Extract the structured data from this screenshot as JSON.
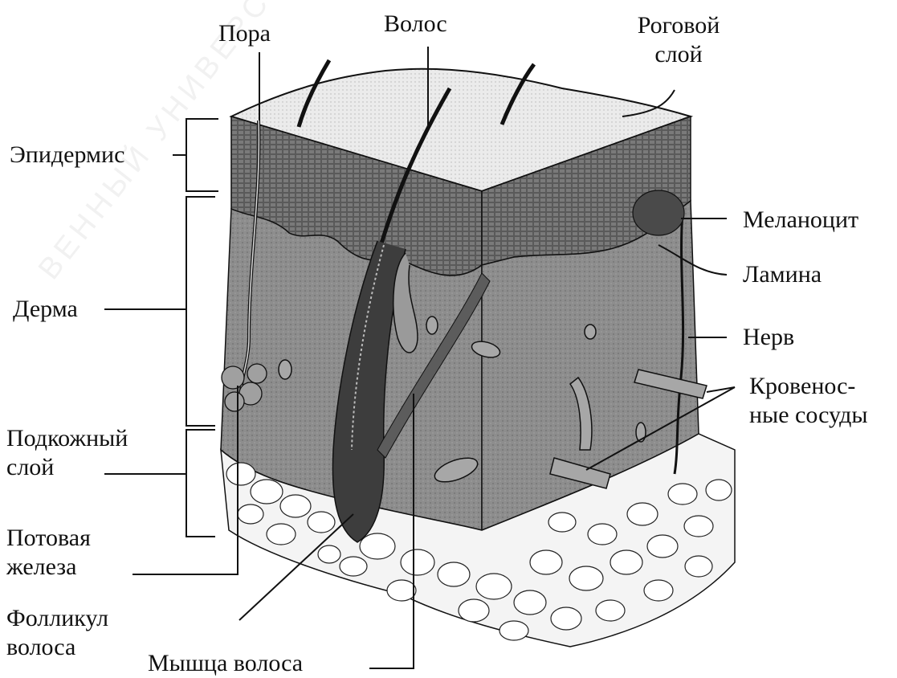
{
  "labels": {
    "pora": "Пора",
    "volos": "Волос",
    "rogovoy_1": "Роговой",
    "rogovoy_2": "слой",
    "epidermis": "Эпидермис",
    "derma": "Дерма",
    "podkozhny_1": "Подкожный",
    "podkozhny_2": "слой",
    "potovaya_1": "Потовая",
    "potovaya_2": "железа",
    "follikul_1": "Фолликул",
    "follikul_2": "волоса",
    "myshca": "Мышца волоса",
    "melanocit": "Меланоцит",
    "lamina": "Ламина",
    "nerv": "Нерв",
    "krovenos_1": "Кровенос-",
    "krovenos_2": "ные сосуды"
  },
  "watermark": "ВЕННЫЙ УНИВЕРСИТЕТ ГОСУДАРСТВЕННЫЙ",
  "colors": {
    "epidermis": "#5e5e5e",
    "dermis": "#8a8a8a",
    "surface": "#efefef",
    "fat": "#dcdcdc",
    "line": "#111111"
  }
}
